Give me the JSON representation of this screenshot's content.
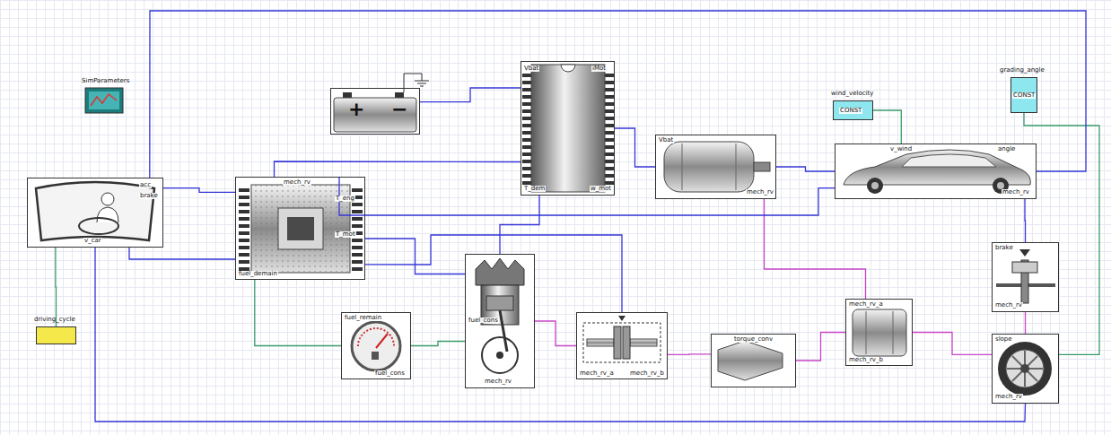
{
  "diagram": {
    "nodes": [
      {
        "text": [
          "SimParameters"
        ]
      },
      {
        "text": [
          "acc",
          "brake",
          "v_car"
        ]
      },
      {
        "text": [
          "driving_cycle"
        ]
      },
      {
        "text": [
          "mech_rv",
          "fuel_demain",
          "T_eng",
          "T_mot"
        ]
      },
      {
        "text": [
          "+",
          "−"
        ]
      },
      {
        "text": [
          "Vbat",
          "iMot",
          "T_dem",
          "w_mot"
        ]
      },
      {
        "text": [
          "Vbat",
          "mech_rv"
        ]
      },
      {
        "text": [
          "wind_velocity",
          "CONST"
        ]
      },
      {
        "text": [
          "grading_angle",
          "CONST"
        ]
      },
      {
        "text": [
          "v_wind",
          "angle",
          "mech_rv"
        ]
      },
      {
        "text": [
          "fuel_cons",
          "mech_rv"
        ]
      },
      {
        "text": [
          "fuel_remain",
          "fuel_cons"
        ]
      },
      {
        "text": [
          "mech_rv_a",
          "mech_rv_b"
        ]
      },
      {
        "text": [
          "torque_conv"
        ]
      },
      {
        "text": [
          "mech_rv_a",
          "mech_rv_b"
        ]
      },
      {
        "text": [
          "brake",
          "mech_rv"
        ]
      },
      {
        "text": [
          "slope",
          "mech_rv"
        ]
      }
    ],
    "edges": [
      {
        "from": 2,
        "to": 1,
        "arrow": "none"
      },
      {
        "from": 1,
        "to": 3,
        "arrow": "none"
      },
      {
        "from": 1,
        "to": 3,
        "arrow": "none"
      },
      {
        "from": 3,
        "to": 10,
        "arrow": "none"
      },
      {
        "from": 3,
        "to": 5,
        "arrow": "none"
      },
      {
        "from": 4,
        "to": 5,
        "arrow": "none"
      },
      {
        "from": 5,
        "to": 6,
        "arrow": "none"
      },
      {
        "from": 6,
        "to": 14,
        "arrow": "none"
      },
      {
        "from": 7,
        "to": 9,
        "arrow": "none"
      },
      {
        "from": 8,
        "to": 16,
        "arrow": "none"
      },
      {
        "from": 9,
        "to": 1,
        "arrow": "none"
      },
      {
        "from": 10,
        "to": 12,
        "arrow": "none"
      },
      {
        "from": 12,
        "to": 13,
        "arrow": "none"
      },
      {
        "from": 13,
        "to": 14,
        "arrow": "none"
      },
      {
        "from": 14,
        "to": 16,
        "arrow": "none"
      },
      {
        "from": 16,
        "to": 15,
        "arrow": "none"
      },
      {
        "from": 15,
        "to": 9,
        "arrow": "none"
      },
      {
        "from": 11,
        "to": 10,
        "arrow": "none"
      },
      {
        "from": 3,
        "to": 11,
        "arrow": "none"
      },
      {
        "from": 3,
        "to": 12,
        "arrow": "none"
      },
      {
        "from": 1,
        "to": 16,
        "arrow": "none"
      },
      {
        "from": 6,
        "to": 9,
        "arrow": "none"
      },
      {
        "from": 10,
        "to": 5,
        "arrow": "none"
      },
      {
        "from": 9,
        "to": 3,
        "arrow": "none"
      }
    ]
  }
}
